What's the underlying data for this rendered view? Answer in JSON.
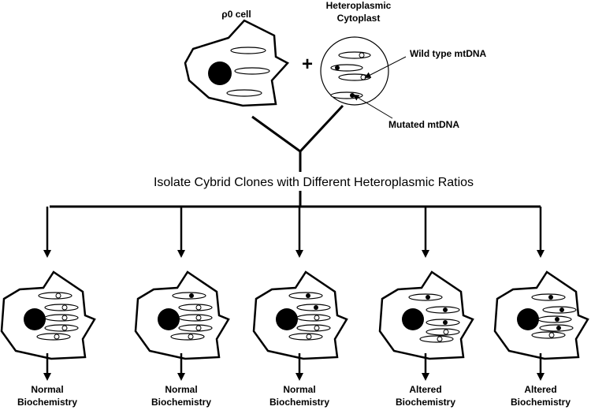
{
  "top": {
    "rho_label": "ρ0 cell",
    "cytoplast_label_line1": "Heteroplasmic",
    "cytoplast_label_line2": "Cytoplast",
    "plus_sign": "+",
    "wild_type_label": "Wild type mtDNA",
    "mutated_label": "Mutated mtDNA"
  },
  "middle": {
    "isolate_label": "Isolate Cybrid Clones with Different Heteroplasmic Ratios"
  },
  "clones": [
    {
      "line1": "Normal",
      "line2": "Biochemistry",
      "mutated_count": 0
    },
    {
      "line1": "Normal",
      "line2": "Biochemistry",
      "mutated_count": 1
    },
    {
      "line1": "Normal",
      "line2": "Biochemistry",
      "mutated_count": 2
    },
    {
      "line1": "Altered",
      "line2": "Biochemistry",
      "mutated_count": 3
    },
    {
      "line1": "Altered",
      "line2": "Biochemistry",
      "mutated_count": 4
    }
  ]
}
